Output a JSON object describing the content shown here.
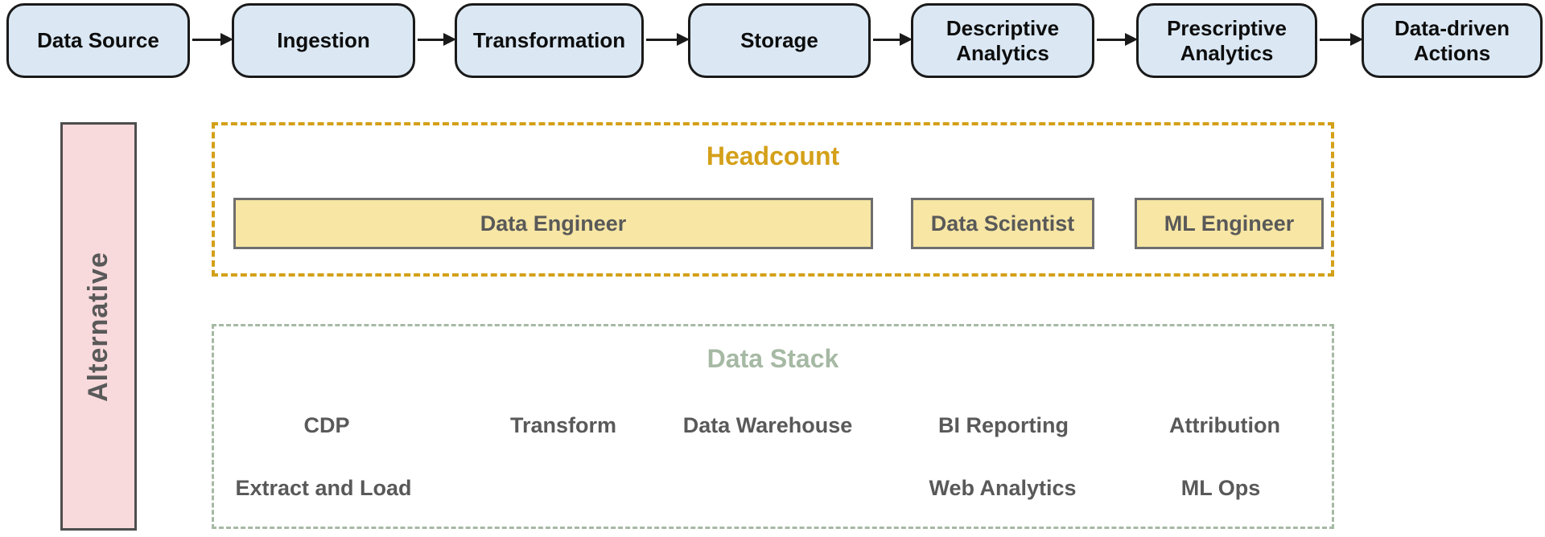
{
  "flow": {
    "boxes": [
      {
        "label": "Data Source"
      },
      {
        "label": "Ingestion"
      },
      {
        "label": "Transformation"
      },
      {
        "label": "Storage"
      },
      {
        "label": "Descriptive Analytics"
      },
      {
        "label": "Prescriptive Analytics"
      },
      {
        "label": "Data-driven Actions"
      }
    ]
  },
  "alternative": {
    "label": "Alternative"
  },
  "headcount": {
    "title": "Headcount",
    "roles": [
      {
        "label": "Data Engineer"
      },
      {
        "label": "Data Scientist"
      },
      {
        "label": "ML Engineer"
      }
    ]
  },
  "data_stack": {
    "title": "Data Stack",
    "row1": [
      "CDP",
      "Transform",
      "Data Warehouse",
      "BI Reporting",
      "Attribution"
    ],
    "row2": [
      "Extract and Load",
      "Web Analytics",
      "ML Ops"
    ]
  },
  "colors": {
    "flow_box_fill": "#dbe8f4",
    "flow_box_border": "#1a1a1a",
    "headcount_accent": "#d4a019",
    "role_box_fill": "#f7e6a4",
    "data_stack_accent": "#a6b9a4",
    "alternative_fill": "#f8d9dc",
    "label_gray": "#595959"
  }
}
